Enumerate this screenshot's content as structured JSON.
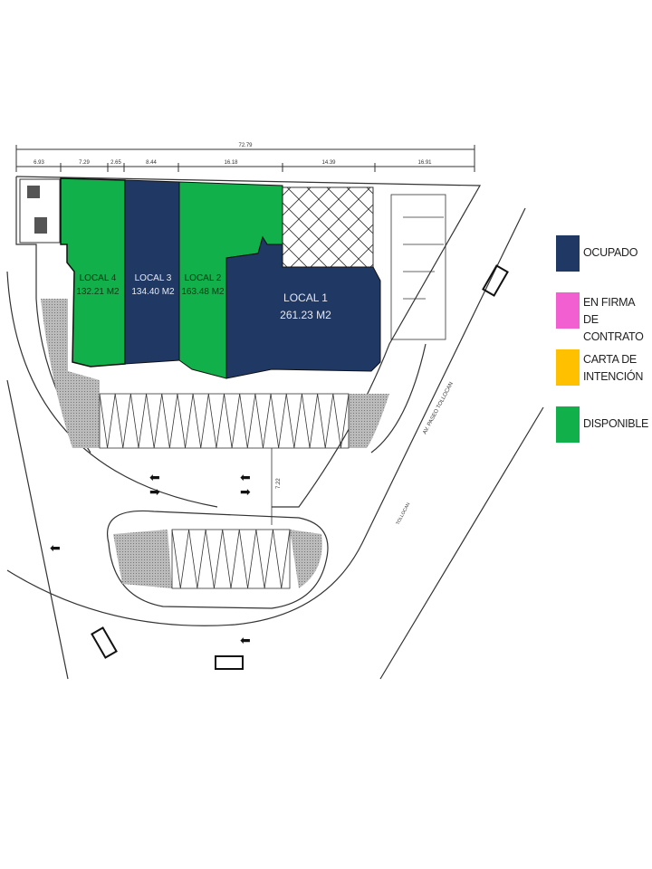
{
  "plan": {
    "dimensions": {
      "total": "72.79",
      "segments": [
        "6.93",
        "7.29",
        "2.65",
        "8.44",
        "16.18",
        "14.39",
        "16.91"
      ],
      "vertical": "7.22"
    },
    "street_label": "AV. PASEO TOLLOCAN",
    "street_sign": "TOLLOCAN",
    "locales": [
      {
        "name": "LOCAL 4",
        "area": "132.21 M2",
        "status": "DISPONIBLE"
      },
      {
        "name": "LOCAL 3",
        "area": "134.40 M2",
        "status": "OCUPADO"
      },
      {
        "name": "LOCAL  2",
        "area": "163.48 M2",
        "status": "DISPONIBLE"
      },
      {
        "name": "LOCAL 1",
        "area": "261.23 M2",
        "status": "OCUPADO"
      }
    ]
  },
  "legend": [
    {
      "label": "OCUPADO",
      "color": "#1f3864"
    },
    {
      "label": "EN FIRMA DE CONTRATO",
      "line1": "EN FIRMA DE",
      "line2": "CONTRATO",
      "color": "#f25fd0"
    },
    {
      "label": "CARTA DE INTENCIÓN",
      "line1": "CARTA DE",
      "line2": "INTENCIÓN",
      "color": "#ffc000"
    },
    {
      "label": "DISPONIBLE",
      "color": "#00b050"
    }
  ],
  "colors": {
    "occupied": "#1f3864",
    "available": "#11b04a"
  }
}
